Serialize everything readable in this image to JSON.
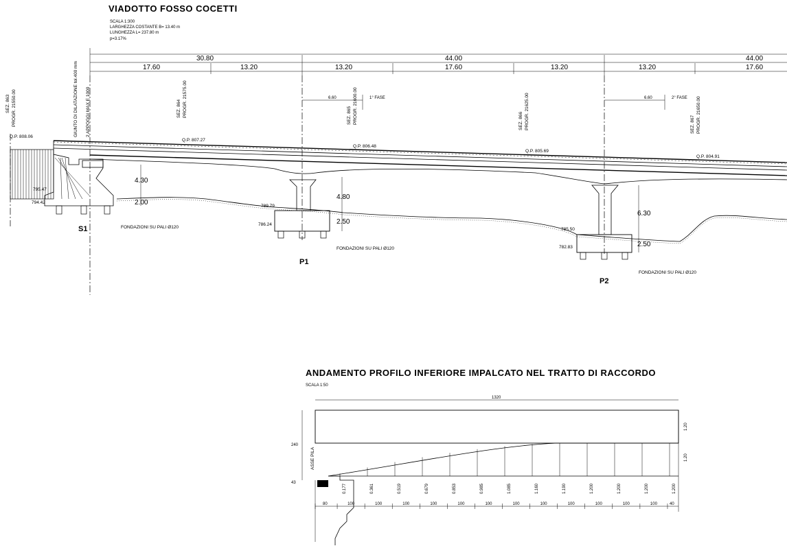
{
  "main_view": {
    "title": "VIADOTTO FOSSO COCETTI",
    "notes": [
      "SCALA 1:300",
      "LARGHEZZA COSTANTE B= 13.40 m",
      "LUNGHEZZA L= 237.80 m",
      "p=3.17%"
    ],
    "spans_top": [
      "30.80",
      "44.00",
      "44.00"
    ],
    "spans_sub": [
      "17.60",
      "13.20",
      "13.20",
      "17.60",
      "13.20",
      "13.20",
      "17.60"
    ],
    "sections": [
      {
        "sez": "SEZ. 863",
        "progr": "PROGR. 21550.00"
      },
      {
        "sez": "SEZ. 864",
        "progr": "PROGR. 21575.00"
      },
      {
        "sez": "SEZ. 865",
        "progr": "PROGR. 21600.00"
      },
      {
        "sez": "SEZ. 866",
        "progr": "PROGR. 21625.00"
      },
      {
        "sez": "SEZ. 867",
        "progr": "PROGR. 21650.00"
      }
    ],
    "abutment_labels": [
      "GIUNTO DI DILATAZIONE  tol.400 mm",
      "2 APPOGGI MAX E 1000"
    ],
    "phases": {
      "dim1": "6.60",
      "phase1": "1° FASE",
      "dim2": "6.60",
      "phase2": "2° FASE"
    },
    "elevations": {
      "qp1": "Q.P. 808.06",
      "qp2": "Q.P. 807.27",
      "qp3": "Q.P. 806.48",
      "qp4": "Q.P. 805.69",
      "qp5": "Q.P. 804.91",
      "s1a": "795.47",
      "s1b": "794.42",
      "p1a": "789.79",
      "p1b": "786.24",
      "p2a": "785.50",
      "p2b": "782.83"
    },
    "heights": {
      "s1_h": "4.30",
      "s1_f": "2.00",
      "p1_h": "4.80",
      "p1_f": "2.50",
      "p2_h": "6.30",
      "p2_f": "2.50"
    },
    "supports": {
      "s1": "S1",
      "p1": "P1",
      "p2": "P2"
    },
    "foundation_label": "FONDAZIONI SU PALI Ø120"
  },
  "detail_view": {
    "title": "ANDAMENTO PROFILO INFERIORE IMPALCATO NEL TRATTO DI RACCORDO",
    "scale": "SCALA  1:50",
    "total": "1320",
    "left_dims": [
      "240",
      "43"
    ],
    "axis_label": "ASSE PILA",
    "right_dims": [
      "1.20",
      "1.20"
    ],
    "offsets": [
      "0.177",
      "0.361",
      "0.519",
      "0.679",
      "0.853",
      "0.985",
      "1.085",
      "1.160",
      "1.190",
      "1.200",
      "1.200",
      "1.200",
      "1.200"
    ],
    "bottom_dims": [
      "80",
      "100",
      "100",
      "100",
      "100",
      "100",
      "100",
      "100",
      "100",
      "100",
      "100",
      "100",
      "100",
      "40"
    ]
  }
}
